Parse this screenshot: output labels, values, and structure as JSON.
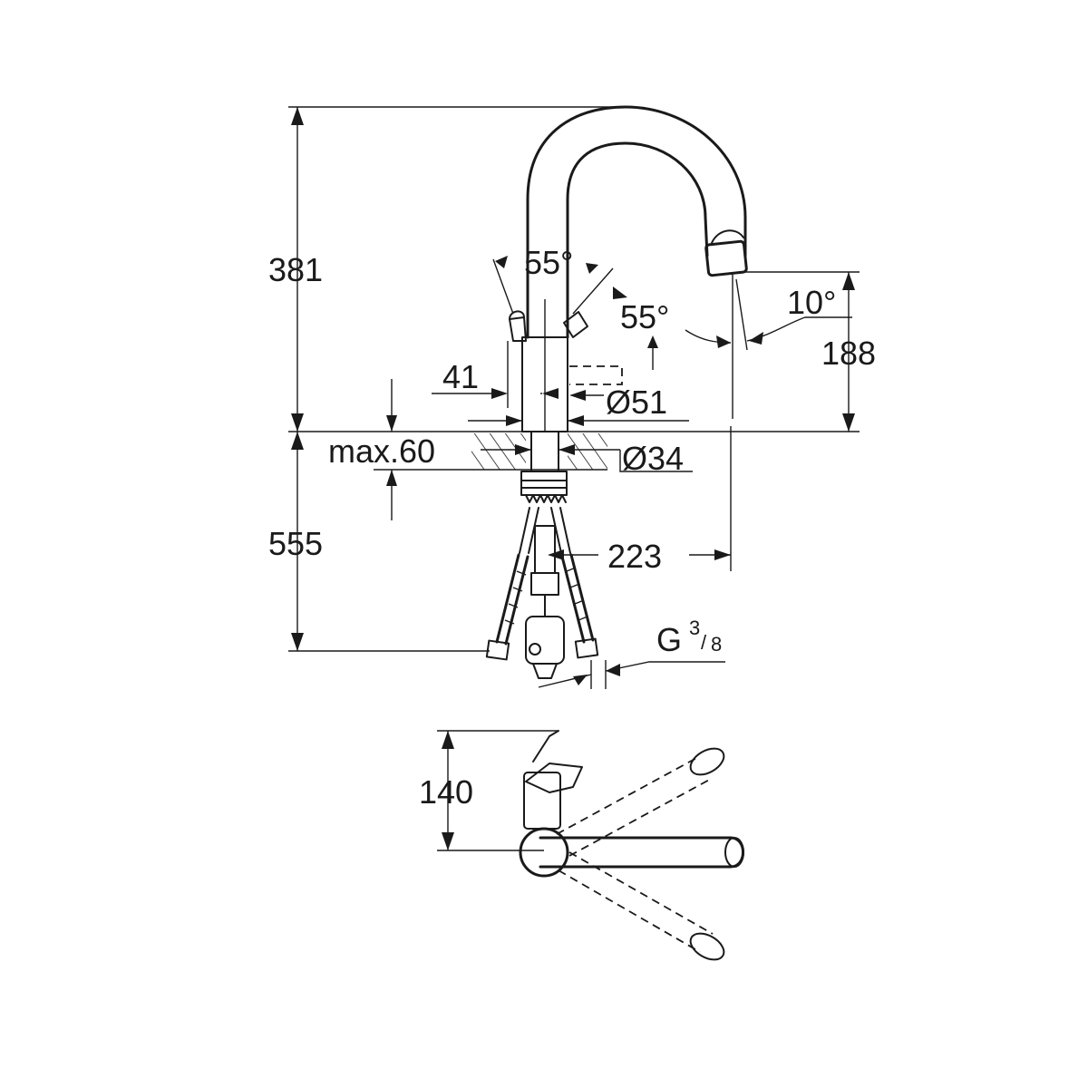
{
  "dimensions": {
    "spout_height": "381",
    "pull_out_height": "188",
    "below_counter_length": "555",
    "counter_thickness": "max.60",
    "lever_offset": "41",
    "body_diameter": "Ø51",
    "hole_diameter": "Ø34",
    "spout_reach": "223",
    "lever_angle_left": "55°",
    "lever_angle_right": "55°",
    "spray_angle": "10°",
    "connection_thread_g": "G",
    "connection_thread_num": "3",
    "connection_thread_den": "8",
    "top_view_depth": "140"
  },
  "colors": {
    "line": "#1a1a1a",
    "background": "#ffffff"
  }
}
